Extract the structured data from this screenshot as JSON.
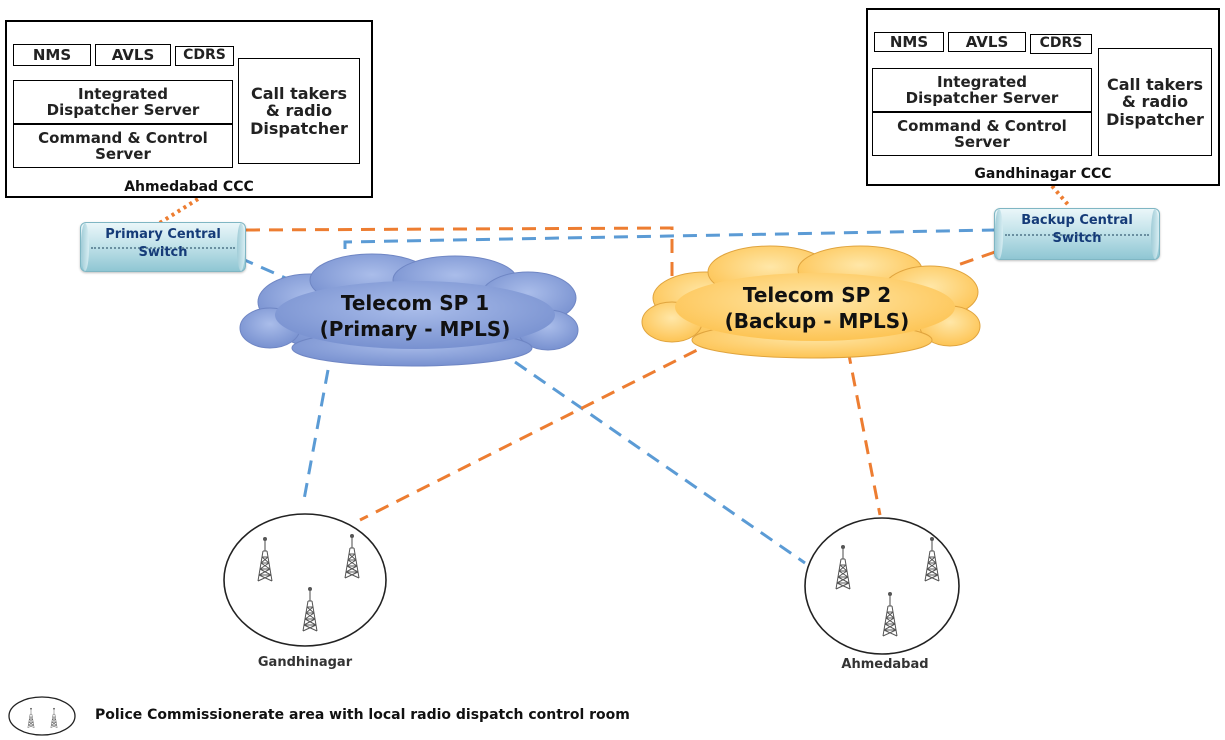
{
  "left_ccc": {
    "nms": "NMS",
    "avls": "AVLS",
    "cdrs": "CDRS",
    "integrated": "Integrated\nDispatcher   Server",
    "command": "Command & Control\nServer",
    "call_takers": "Call takers\n& radio\nDispatcher",
    "label": "Ahmedabad CCC"
  },
  "right_ccc": {
    "nms": "NMS",
    "avls": "AVLS",
    "cdrs": "CDRS",
    "integrated": "Integrated\nDispatcher   Server",
    "command": "Command & Control\nServer",
    "call_takers": "Call takers\n& radio\nDispatcher",
    "label": "Gandhinagar CCC"
  },
  "primary_switch": {
    "line1": "Primary Central",
    "line2": "Switch"
  },
  "backup_switch": {
    "line1": "Backup Central",
    "line2": "Switch"
  },
  "cloud1": {
    "line1": "Telecom SP 1",
    "line2": "(Primary - MPLS)"
  },
  "cloud2": {
    "line1": "Telecom SP 2",
    "line2": "(Backup - MPLS)"
  },
  "areas": {
    "left": "Gandhinagar",
    "right": "Ahmedabad"
  },
  "legend": {
    "text": "Police Commissionerate area with local radio dispatch control room"
  },
  "colors": {
    "primary_link": "#5b9bd5",
    "backup_link": "#ed7d31",
    "cloud1_fill": "#8ea5dc",
    "cloud2_fill": "#ffd57a"
  }
}
